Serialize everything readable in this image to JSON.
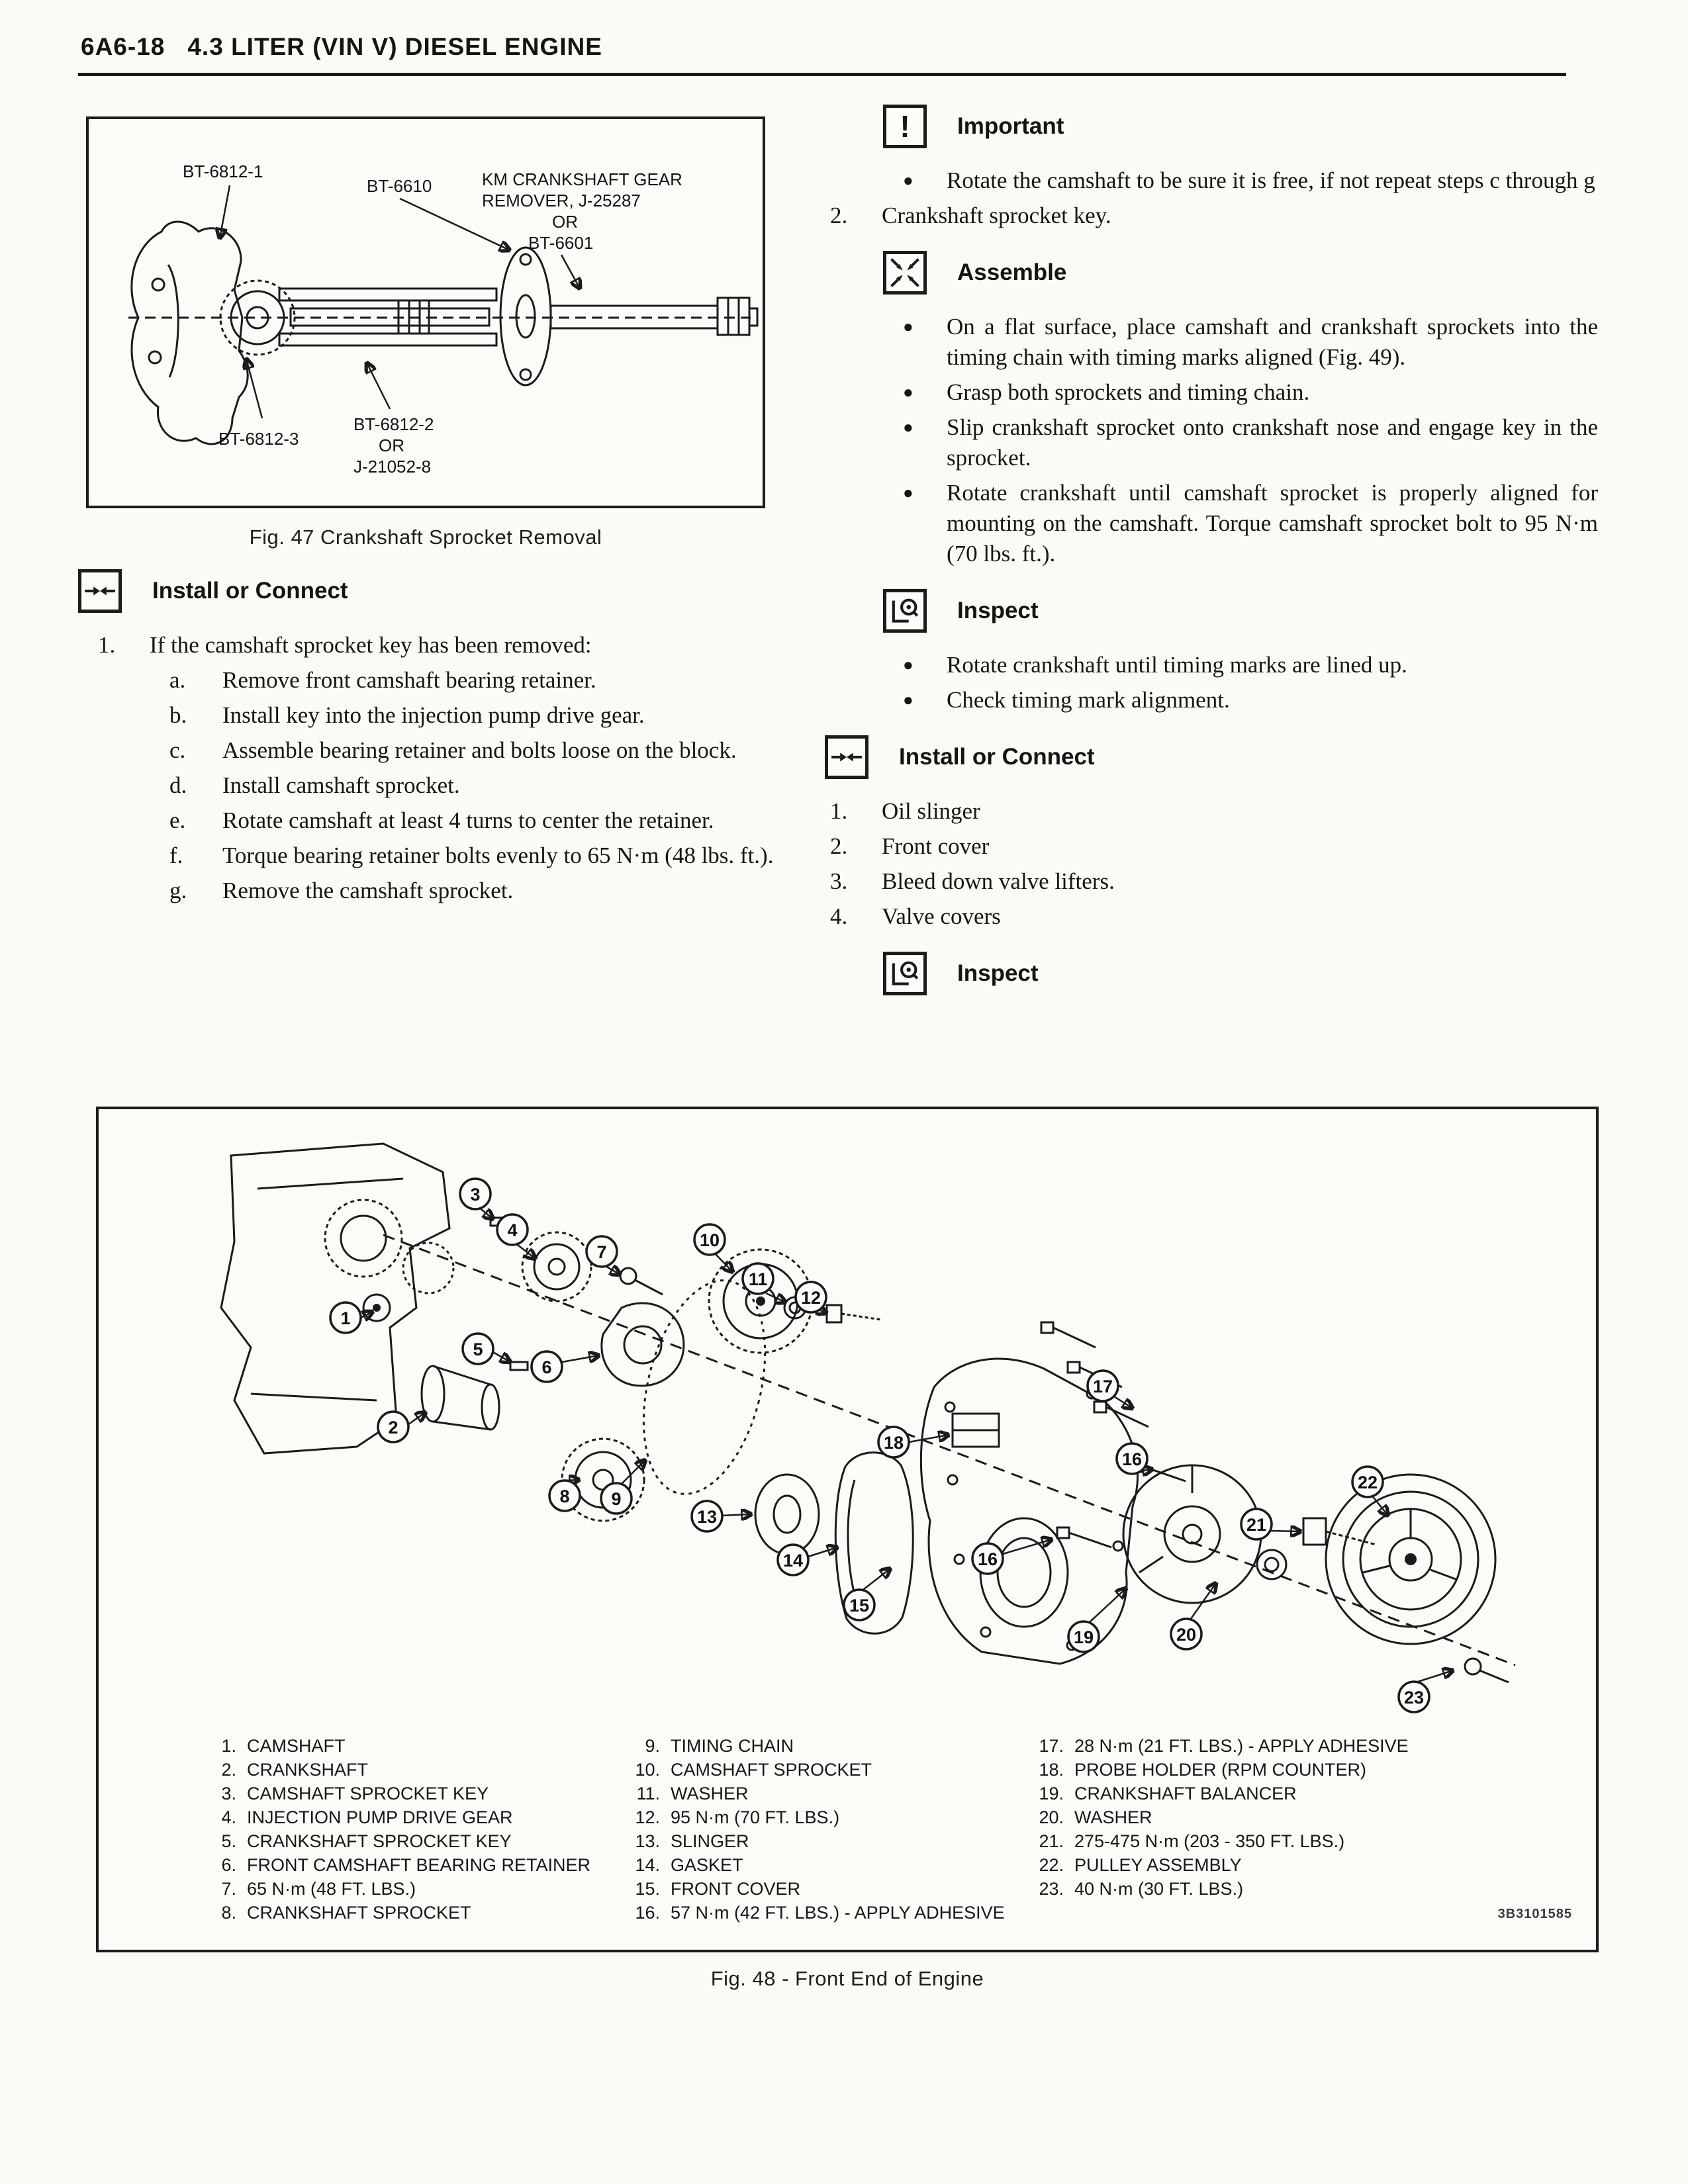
{
  "glyphs": {
    "bullet": "●",
    "important": "!"
  },
  "icons": {
    "install_or_connect": "converging-arrows-icon",
    "important": "exclamation-icon",
    "assemble": "converging-diagonal-arrows-icon",
    "inspect": "eye-inspect-icon"
  },
  "header": {
    "code": "6A6-18",
    "title": "4.3 LITER (VIN V) DIESEL ENGINE"
  },
  "fig47": {
    "caption": "Fig. 47 Crankshaft Sprocket Removal",
    "labels": {
      "a": "BT-6812-1",
      "b": "BT-6610",
      "c1": "KM CRANKSHAFT GEAR",
      "c2": "REMOVER, J-25287",
      "c3": "OR",
      "c4": "BT-6601",
      "d": "BT-6812-3",
      "e1": "BT-6812-2",
      "e2": "OR",
      "e3": "J-21052-8"
    }
  },
  "sections": {
    "install1": {
      "label": "Install or Connect"
    },
    "step1": {
      "num": "1.",
      "text": "If the camshaft sprocket key has been removed:",
      "sub": [
        {
          "n": "a.",
          "t": "Remove front camshaft bearing retainer."
        },
        {
          "n": "b.",
          "t": "Install key into the injection pump drive gear."
        },
        {
          "n": "c.",
          "t": "Assemble bearing retainer and bolts loose on the block."
        },
        {
          "n": "d.",
          "t": "Install camshaft sprocket."
        },
        {
          "n": "e.",
          "t": "Rotate camshaft at least 4 turns to center the retainer."
        },
        {
          "n": "f.",
          "t": "Torque bearing retainer bolts evenly to 65 N·m (48 lbs. ft.)."
        },
        {
          "n": "g.",
          "t": "Remove the camshaft sprocket."
        }
      ]
    },
    "important": {
      "label": "Important",
      "bullets": [
        "Rotate the camshaft to be sure it is free, if not repeat steps c through g"
      ]
    },
    "step2": {
      "num": "2.",
      "text": "Crankshaft sprocket key."
    },
    "assemble": {
      "label": "Assemble",
      "bullets": [
        "On a flat surface, place camshaft and crankshaft sprockets into the timing chain with timing marks aligned (Fig. 49).",
        "Grasp both sprockets and timing chain.",
        "Slip crankshaft sprocket onto crankshaft nose and engage key in the sprocket.",
        "Rotate crankshaft until camshaft sprocket is properly aligned for mounting on the camshaft. Torque camshaft sprocket bolt to 95 N·m (70 lbs. ft.)."
      ]
    },
    "inspect1": {
      "label": "Inspect",
      "bullets": [
        "Rotate crankshaft until timing marks are lined up.",
        "Check timing mark alignment."
      ]
    },
    "install2": {
      "label": "Install or Connect",
      "items": [
        {
          "n": "1.",
          "t": "Oil slinger"
        },
        {
          "n": "2.",
          "t": "Front cover"
        },
        {
          "n": "3.",
          "t": "Bleed down valve lifters."
        },
        {
          "n": "4.",
          "t": "Valve covers"
        }
      ]
    },
    "inspect2": {
      "label": "Inspect"
    }
  },
  "fig48": {
    "caption": "Fig. 48 - Front End of Engine",
    "code": "3B3101585",
    "callouts": [
      "1",
      "2",
      "3",
      "4",
      "5",
      "6",
      "7",
      "8",
      "9",
      "10",
      "11",
      "12",
      "13",
      "14",
      "15",
      "16",
      "16",
      "17",
      "18",
      "19",
      "20",
      "21",
      "22",
      "23"
    ],
    "parts": {
      "c1": [
        {
          "n": "1.",
          "t": "CAMSHAFT"
        },
        {
          "n": "2.",
          "t": "CRANKSHAFT"
        },
        {
          "n": "3.",
          "t": "CAMSHAFT SPROCKET KEY"
        },
        {
          "n": "4.",
          "t": "INJECTION PUMP DRIVE GEAR"
        },
        {
          "n": "5.",
          "t": "CRANKSHAFT SPROCKET KEY"
        },
        {
          "n": "6.",
          "t": "FRONT CAMSHAFT BEARING RETAINER"
        },
        {
          "n": "7.",
          "t": "65 N·m (48 FT. LBS.)"
        },
        {
          "n": "8.",
          "t": "CRANKSHAFT SPROCKET"
        }
      ],
      "c2": [
        {
          "n": "9.",
          "t": "TIMING CHAIN"
        },
        {
          "n": "10.",
          "t": "CAMSHAFT SPROCKET"
        },
        {
          "n": "11.",
          "t": "WASHER"
        },
        {
          "n": "12.",
          "t": "95 N·m (70 FT. LBS.)"
        },
        {
          "n": "13.",
          "t": "SLINGER"
        },
        {
          "n": "14.",
          "t": "GASKET"
        },
        {
          "n": "15.",
          "t": "FRONT COVER"
        },
        {
          "n": "16.",
          "t": "57 N·m (42 FT. LBS.) - APPLY ADHESIVE"
        }
      ],
      "c3": [
        {
          "n": "17.",
          "t": "28 N·m (21 FT. LBS.) - APPLY ADHESIVE"
        },
        {
          "n": "18.",
          "t": "PROBE HOLDER (RPM COUNTER)"
        },
        {
          "n": "19.",
          "t": "CRANKSHAFT BALANCER"
        },
        {
          "n": "20.",
          "t": "WASHER"
        },
        {
          "n": "21.",
          "t": "275-475 N·m (203 - 350 FT. LBS.)"
        },
        {
          "n": "22.",
          "t": "PULLEY ASSEMBLY"
        },
        {
          "n": "23.",
          "t": "40 N·m (30 FT. LBS.)"
        }
      ]
    }
  }
}
